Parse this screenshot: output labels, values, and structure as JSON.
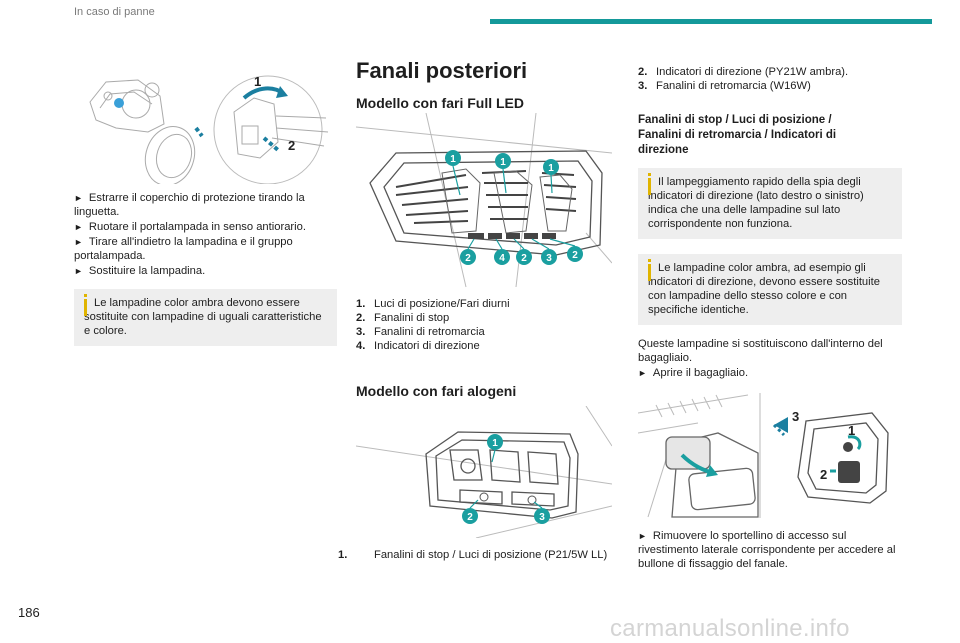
{
  "header": {
    "section": "In caso di panne"
  },
  "page_number": "186",
  "watermark": "carmanualsonline.info",
  "col1": {
    "figure_labels": [
      "1",
      "2"
    ],
    "steps": [
      "Estrarre il coperchio di protezione tirando la linguetta.",
      "Ruotare il portalampada in senso antiorario.",
      "Tirare all'indietro la lampadina e il gruppo portalampada.",
      "Sostituire la lampadina."
    ],
    "info": "Le lampadine color ambra devono essere sostituite con lampadine di uguali caratteristiche e colore."
  },
  "col2": {
    "title": "Fanali posteriori",
    "full_led": {
      "heading": "Modello con fari Full LED",
      "figure_labels_top": [
        "1",
        "1",
        "1"
      ],
      "figure_labels_bottom": [
        "2",
        "4",
        "2",
        "3",
        "2"
      ],
      "items": [
        {
          "num": "1.",
          "text": "Luci di posizione/Fari diurni"
        },
        {
          "num": "2.",
          "text": "Fanalini di stop"
        },
        {
          "num": "3.",
          "text": "Fanalini di retromarcia"
        },
        {
          "num": "4.",
          "text": "Indicatori di direzione"
        }
      ]
    },
    "halogen": {
      "heading": "Modello con fari alogeni",
      "figure_labels": [
        "1",
        "2",
        "3"
      ],
      "items": [
        {
          "num": "1.",
          "text": "Fanalini di stop / Luci di posizione (P21/5W LL)"
        }
      ]
    }
  },
  "col3": {
    "items": [
      {
        "num": "2.",
        "text": "Indicatori di direzione (PY21W ambra)."
      },
      {
        "num": "3.",
        "text": "Fanalini di retromarcia (W16W)"
      }
    ],
    "subheading": "Fanalini di stop / Luci di posizione / Fanalini di retromarcia / Indicatori di direzione",
    "info1": "Il lampeggiamento rapido della spia degli indicatori di direzione (lato destro o sinistro) indica che una delle lampadine sul lato corrispondente non funziona.",
    "info2": "Le lampadine color ambra, ad esempio gli indicatori di direzione, devono essere sostituite con lampadine dello stesso colore e con specifiche identiche.",
    "para": "Queste lampadine si sostituiscono dall'interno del bagagliaio.",
    "step1": "Aprire il bagagliaio.",
    "figure_labels": [
      "3",
      "1",
      "2"
    ],
    "step2": "Rimuovere lo sportellino di accesso sul rivestimento laterale corrispondente per accedere al bullone di fissaggio del fanale."
  },
  "colors": {
    "accent": "#14999a",
    "badge": "#1a9fa0",
    "info_bg": "#eeeeee",
    "info_icon": "#e0b400"
  }
}
